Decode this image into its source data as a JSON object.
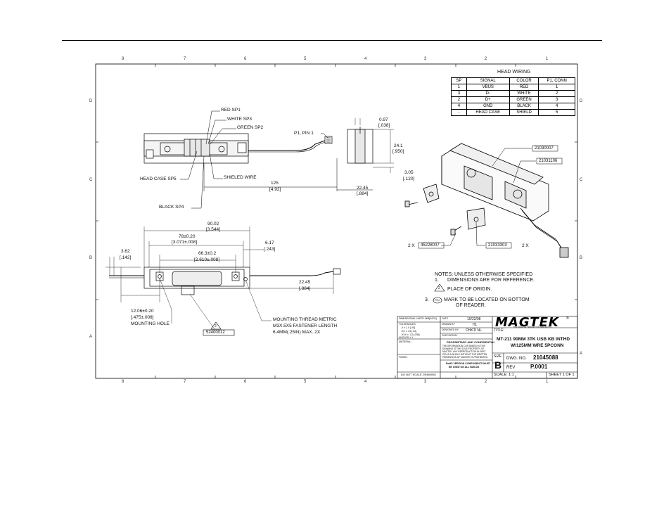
{
  "border_zones": {
    "top": [
      "8",
      "7",
      "6",
      "5",
      "4",
      "3",
      "2",
      "1"
    ],
    "bottom": [
      "8",
      "7",
      "6",
      "5",
      "4",
      "3",
      "2",
      "1"
    ],
    "left": [
      "D",
      "C",
      "B",
      "A"
    ],
    "right": [
      "D",
      "C",
      "B",
      "A"
    ]
  },
  "head_wiring": {
    "title": "HEAD WIRING",
    "headers": [
      "SP",
      "SIGNAL",
      "COLOR",
      "P1, CONN"
    ],
    "rows": [
      [
        "1",
        "VBUS",
        "RED",
        "1"
      ],
      [
        "3",
        "D-",
        "WHITE",
        "2"
      ],
      [
        "2",
        "D+",
        "GREEN",
        "3"
      ],
      [
        "4",
        "GND",
        "BLACK",
        "4"
      ],
      [
        "-",
        "HEAD CASE",
        "SHIELD",
        "5"
      ]
    ]
  },
  "callouts": {
    "red_sp1": "RED SP1",
    "white_sp3": "WHITE SP3",
    "green_sp2": "GREEN SP2",
    "p1_pin1": "P1, PIN 1",
    "head_case_sp5": "HEAD CASE SP5",
    "shielded_wire": "SHIELED WIRE",
    "black_sp4": "BLACK SP4",
    "mounting_hole": "MOUNTING HOLE",
    "mounting_thread_1": "MOUNTING THREAD METRIC",
    "mounting_thread_2": "M3X.5X5 FASTENER LENGTH",
    "mounting_thread_3": "6.4MM(.25IN) MAX. 2X",
    "part_21030007": "21030007",
    "part_21031106": "21031106",
    "part_45228007": "45228007",
    "part_21033303": "21033303",
    "part_52400012": "52400012",
    "qty_2x_left": "2 X",
    "qty_2x_right": "2 X"
  },
  "dimensions": {
    "d_097": "0.97",
    "d_097_in": "[.038]",
    "d_241": "24.1",
    "d_241_in": "[.950]",
    "d_305": "3.05",
    "d_305_in": "[.120]",
    "d_125": "125",
    "d_125_in": "[4.92]",
    "d_2245a": "22.45",
    "d_2245a_in": "[.884]",
    "d_9002": "90.02",
    "d_9002_in": "[3.544]",
    "d_78": "78±0.20",
    "d_78_in": "[3.071±.008]",
    "d_617": "6.17",
    "d_617_in": "[.243]",
    "d_663": "66.3±0.2",
    "d_663_in": "[2.610±.008]",
    "d_362": "3.62",
    "d_362_in": "[.142]",
    "d_2245b": "22.45",
    "d_2245b_in": "[.884]",
    "d_1206": "12.06±0.20",
    "d_1206_in": "[.475±.008]"
  },
  "notes": {
    "title": "NOTES: UNLESS OTHERWISE SPECIFIED",
    "n1_num": "1.",
    "n1": "DIMENSIONS ARE FOR REFERENCE.",
    "n2_num": "2",
    "n2": "PLACE OF ORIGIN.",
    "n3_num": "3.",
    "n3_sym": "P/N",
    "n3a": "MARK TO BE LOCATED ON BOTTOM",
    "n3b": "OF READER."
  },
  "title_block": {
    "dim_units": "DIMENSIONAL UNITS: MM[INCH]",
    "tolerances": "TOLERANCES:",
    "tol_1": ".X    ± 1.0 [.40]",
    "tol_2": ".XX   ± .01 [.02]",
    "tol_3": ".XXX  ± .13 [.005]",
    "angles": "ANGLES  ± 1",
    "material": "MATERIAL:",
    "finish": "FINISH:",
    "do_not_scale": "DO NOT SCALE DRAWING",
    "date_label": "DATE",
    "date_value": "10/22/08",
    "drawn_label": "DRAWN BY",
    "drawn_value": "HL",
    "designed_label": "DESIGNED BY",
    "designed_value": "CHK'D NL",
    "checked_label": "CHECKED BY",
    "proprietary": "PROPRIETARY AND CONFIDENTIAL",
    "prop_text_1": "THE INFORMATION CONTAINED IN THIS",
    "prop_text_2": "DRAWING IS THE SOLE PROPERTY OF",
    "prop_text_3": "MAGTEK. ANY REPRODUCTION IN PART",
    "prop_text_4": "OR AS A WHOLE WITHOUT THE WRITTEN",
    "prop_text_5": "PERMISSION OF MAGTEK IS PROHIBITED.",
    "rohs_1": "RoHS VERSION COMPONENTS MUST",
    "rohs_2": "BE USED ON ALL BUILDS",
    "company": "MAGTEK",
    "registered": "®",
    "company_sub": "THE FINANCIAL TRANSACTION SPECIALISTS",
    "title_label": "TITLE:",
    "title_1": "MT-211 90MM 3TK USB KB INTHD",
    "title_2": "W/125MM WRE 5PCONN",
    "size_label": "SIZE",
    "size_value": "B",
    "dwg_label": "DWG. NO.",
    "dwg_value": "21045088",
    "rev_label": "REV",
    "rev_value": "P.0001",
    "scale": "SCALE: 1:1",
    "sheet": "SHEET 1 OF 1"
  }
}
